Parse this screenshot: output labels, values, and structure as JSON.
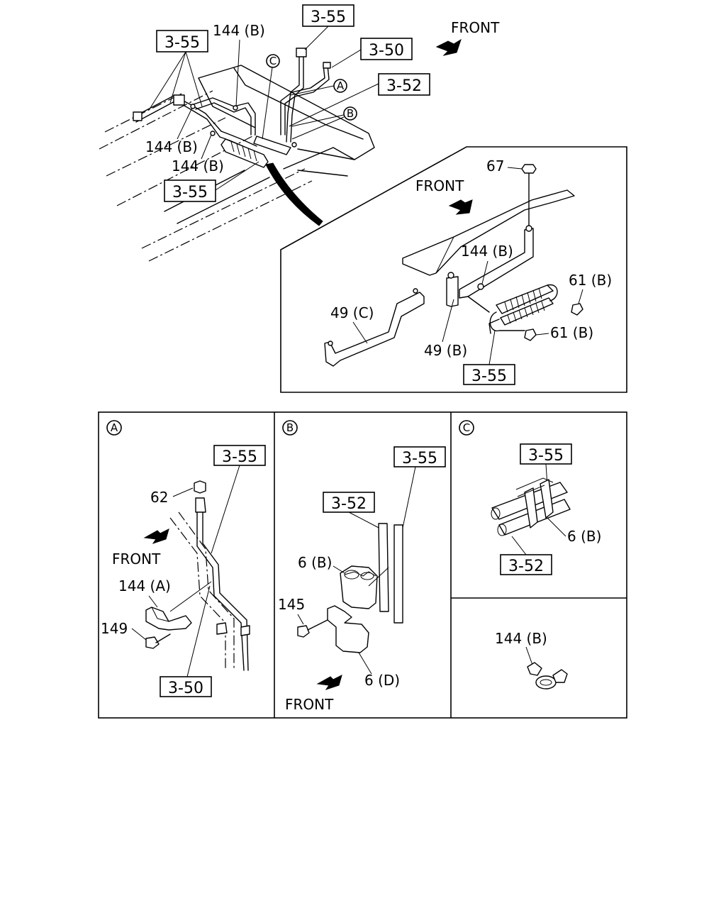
{
  "main_view": {
    "front_label": "FRONT",
    "refs": {
      "ref_top_center": "3-55",
      "ref_top_left": "3-55",
      "ref_3_50": "3-50",
      "ref_3_52": "3-52",
      "ref_lower_left": "3-55"
    },
    "labels": {
      "part_144b_top": "144 (B)",
      "part_144b_mid": "144 (B)",
      "part_144b_low": "144 (B)"
    },
    "callouts": {
      "a": "A",
      "b": "B",
      "c": "C"
    }
  },
  "detail_view": {
    "front_label": "FRONT",
    "labels": {
      "part_67": "67",
      "part_144b": "144 (B)",
      "part_61b_upper": "61 (B)",
      "part_61b_lower": "61 (B)",
      "part_49c": "49 (C)",
      "part_49b": "49 (B)"
    },
    "refs": {
      "ref_3_55": "3-55"
    }
  },
  "panel_a": {
    "title": "A",
    "front_label": "FRONT",
    "refs": {
      "ref_3_55": "3-55",
      "ref_3_50": "3-50"
    },
    "labels": {
      "part_62": "62",
      "part_144a": "144 (A)",
      "part_149": "149"
    }
  },
  "panel_b": {
    "title": "B",
    "front_label": "FRONT",
    "refs": {
      "ref_3_55": "3-55",
      "ref_3_52": "3-52"
    },
    "labels": {
      "part_6b": "6 (B)",
      "part_145": "145",
      "part_6d": "6 (D)"
    }
  },
  "panel_c": {
    "title": "C",
    "refs": {
      "ref_3_55": "3-55",
      "ref_3_52": "3-52"
    },
    "labels": {
      "part_6b": "6 (B)"
    }
  },
  "panel_clip": {
    "labels": {
      "part_144b": "144 (B)"
    }
  }
}
